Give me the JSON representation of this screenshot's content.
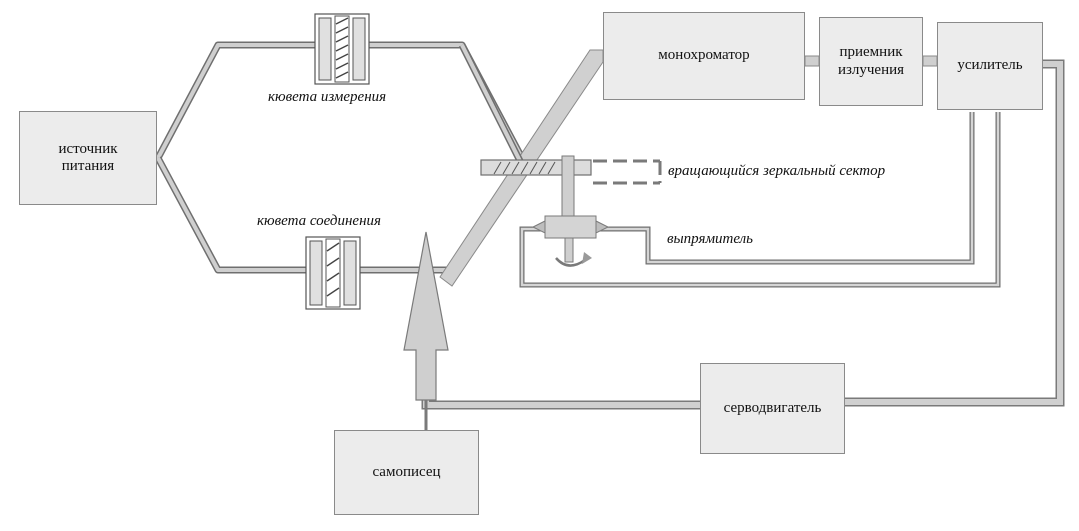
{
  "blocks": {
    "power_source": "источник\nпитания",
    "monochromator": "монохроматор",
    "radiation_receiver": "приемник\nизлучения",
    "amplifier": "усилитель",
    "servomotor": "серводвигатель",
    "recorder": "самописец"
  },
  "labels": {
    "measurement_cuvette": "кювета измерения",
    "compound_cuvette": "кювета соединения",
    "rotating_mirror_sector": "вращающийся зеркальный сектор",
    "rectifier": "выпрямитель"
  },
  "colors": {
    "beam": "#cfcfcf",
    "beam_outline": "#6f6f6f",
    "block_fill": "#ececec",
    "block_border": "#8a8a8a"
  }
}
